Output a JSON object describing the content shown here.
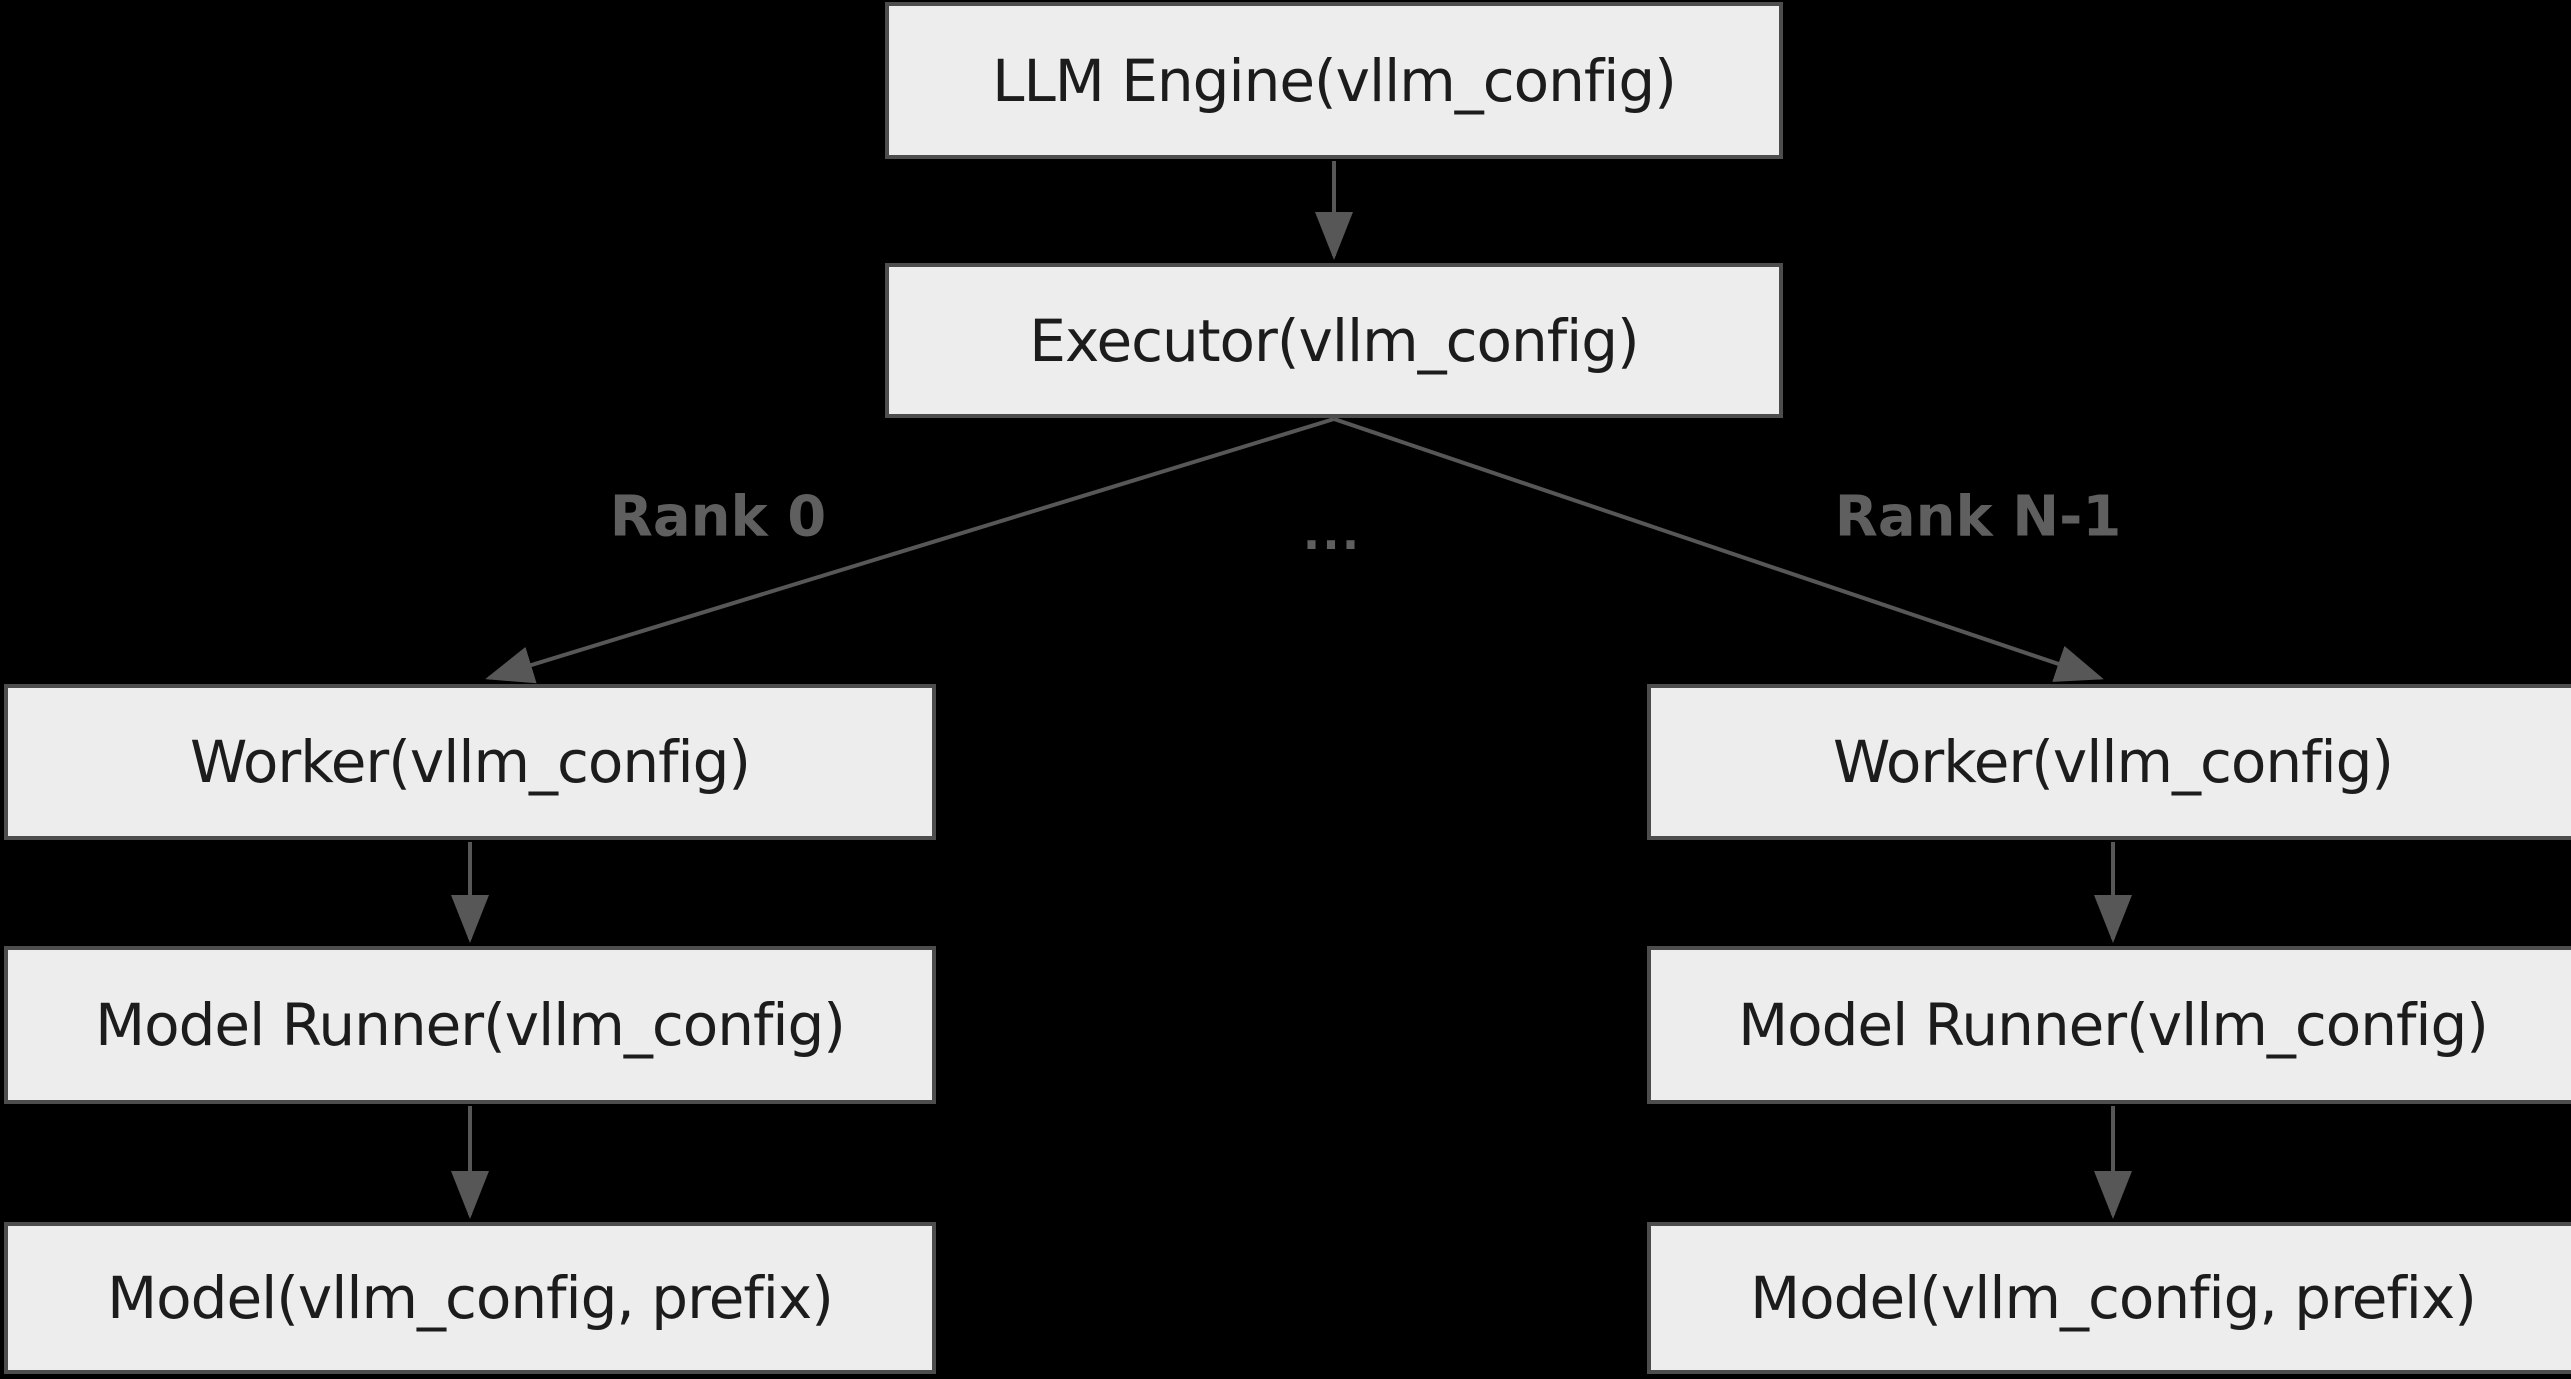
{
  "colors": {
    "background": "#000000",
    "node_fill": "#ededed",
    "node_border": "#4d4d4d",
    "node_text": "#1c1c1c",
    "edge": "#575757",
    "edge_label": "#5f5f5f"
  },
  "nodes": {
    "llm_engine": {
      "label": "LLM Engine(vllm_config)"
    },
    "executor": {
      "label": "Executor(vllm_config)"
    },
    "worker_left": {
      "label": "Worker(vllm_config)"
    },
    "worker_right": {
      "label": "Worker(vllm_config)"
    },
    "model_runner_left": {
      "label": "Model Runner(vllm_config)"
    },
    "model_runner_right": {
      "label": "Model Runner(vllm_config)"
    },
    "model_left": {
      "label": "Model(vllm_config, prefix)"
    },
    "model_right": {
      "label": "Model(vllm_config, prefix)"
    }
  },
  "edge_labels": {
    "rank_0": "Rank 0",
    "ellipsis": "...",
    "rank_n": "Rank N-1"
  }
}
